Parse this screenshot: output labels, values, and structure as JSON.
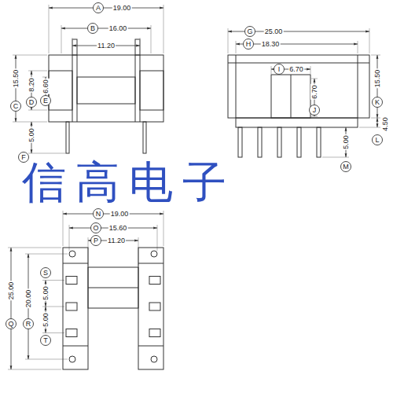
{
  "diagram": {
    "labels": [
      "A",
      "19.00",
      "B",
      "16.00",
      "11.20",
      "C",
      "15.50",
      "D",
      "8.20",
      "E",
      "6.60",
      "F",
      "5.00",
      "G",
      "25.00",
      "H",
      "18.30",
      "I",
      "6.70",
      "J",
      "6.70",
      "K",
      "15.50",
      "4.50",
      "L",
      "5.00",
      "M",
      "信高电子",
      "N",
      "19.00",
      "O",
      "15.60",
      "P",
      "11.20",
      "S",
      "5.00",
      "R",
      "20.00",
      "5.00",
      "T",
      "Q",
      "25.00"
    ]
  }
}
